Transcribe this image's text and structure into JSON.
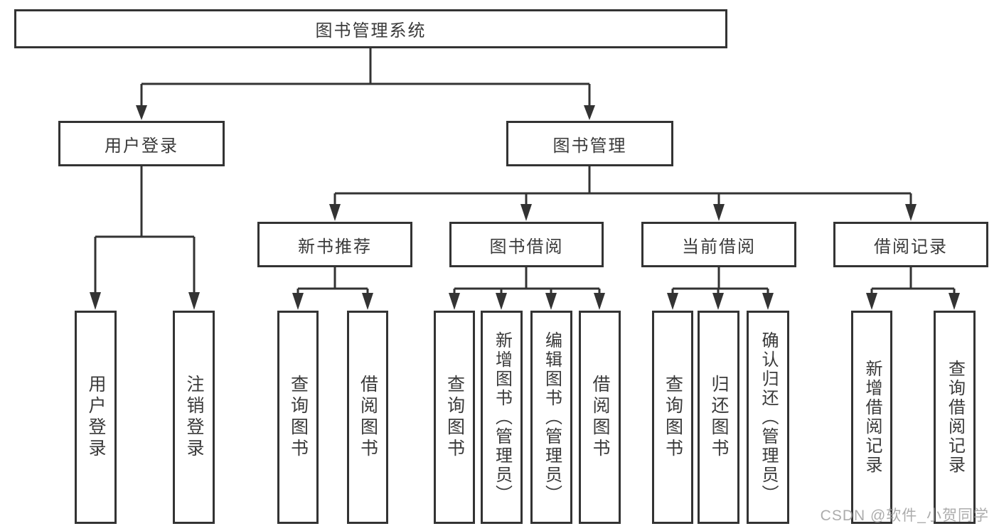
{
  "colors": {
    "line": "#333333",
    "text": "#3a3a3a",
    "background": "#ffffff",
    "watermark": "#9e9e9e"
  },
  "watermark": {
    "text": "CSDN @软件_小贺同学"
  },
  "tree": {
    "root": {
      "label": "图书管理系统",
      "children": [
        {
          "label": "用户登录",
          "children": [
            {
              "label": "用户登录"
            },
            {
              "label": "注销登录"
            }
          ]
        },
        {
          "label": "图书管理",
          "children": [
            {
              "label": "新书推荐",
              "children": [
                {
                  "label": "查询图书"
                },
                {
                  "label": "借阅图书"
                }
              ]
            },
            {
              "label": "图书借阅",
              "children": [
                {
                  "label": "查询图书"
                },
                {
                  "label": "新增图书（管理员）"
                },
                {
                  "label": "编辑图书（管理员）"
                },
                {
                  "label": "借阅图书"
                }
              ]
            },
            {
              "label": "当前借阅",
              "children": [
                {
                  "label": "查询图书"
                },
                {
                  "label": "归还图书"
                },
                {
                  "label": "确认归还（管理员）"
                }
              ]
            },
            {
              "label": "借阅记录",
              "children": [
                {
                  "label": "新增借阅记录"
                },
                {
                  "label": "查询借阅记录"
                }
              ]
            }
          ]
        }
      ]
    }
  }
}
